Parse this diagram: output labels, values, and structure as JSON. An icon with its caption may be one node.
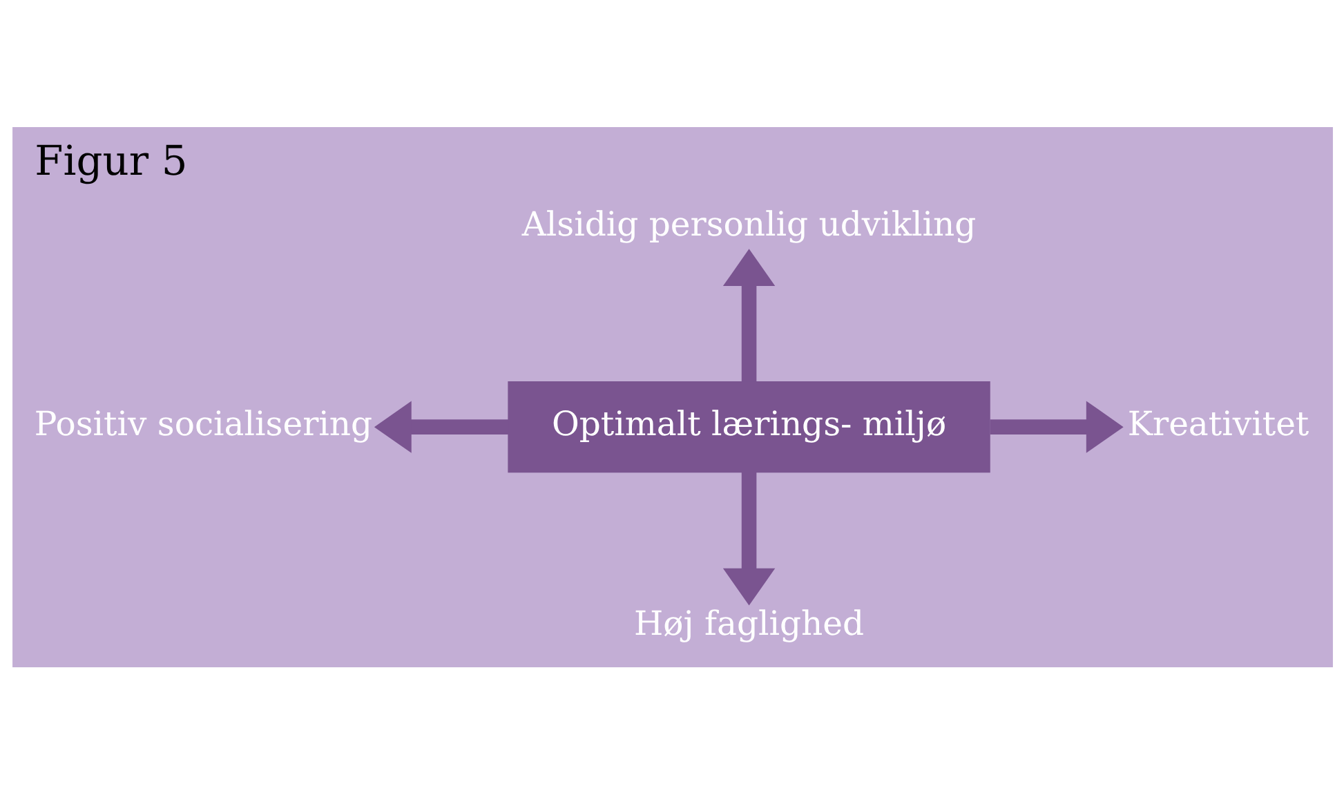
{
  "diagram": {
    "title": "Figur 5",
    "nodes": [
      {
        "text": [
          "Alsidig personlig udvikling"
        ]
      },
      {
        "text": [
          "Positiv socialisering"
        ]
      },
      {
        "text": [
          "Optimalt lærings- miljø"
        ]
      },
      {
        "text": [
          "Kreativitet"
        ]
      },
      {
        "text": [
          "Høj faglighed"
        ]
      }
    ],
    "edges": [
      {
        "from": 2,
        "to": 0,
        "arrow": "to"
      },
      {
        "from": 2,
        "to": 1,
        "arrow": "to"
      },
      {
        "from": 2,
        "to": 3,
        "arrow": "to"
      },
      {
        "from": 2,
        "to": 4,
        "arrow": "to"
      }
    ]
  }
}
